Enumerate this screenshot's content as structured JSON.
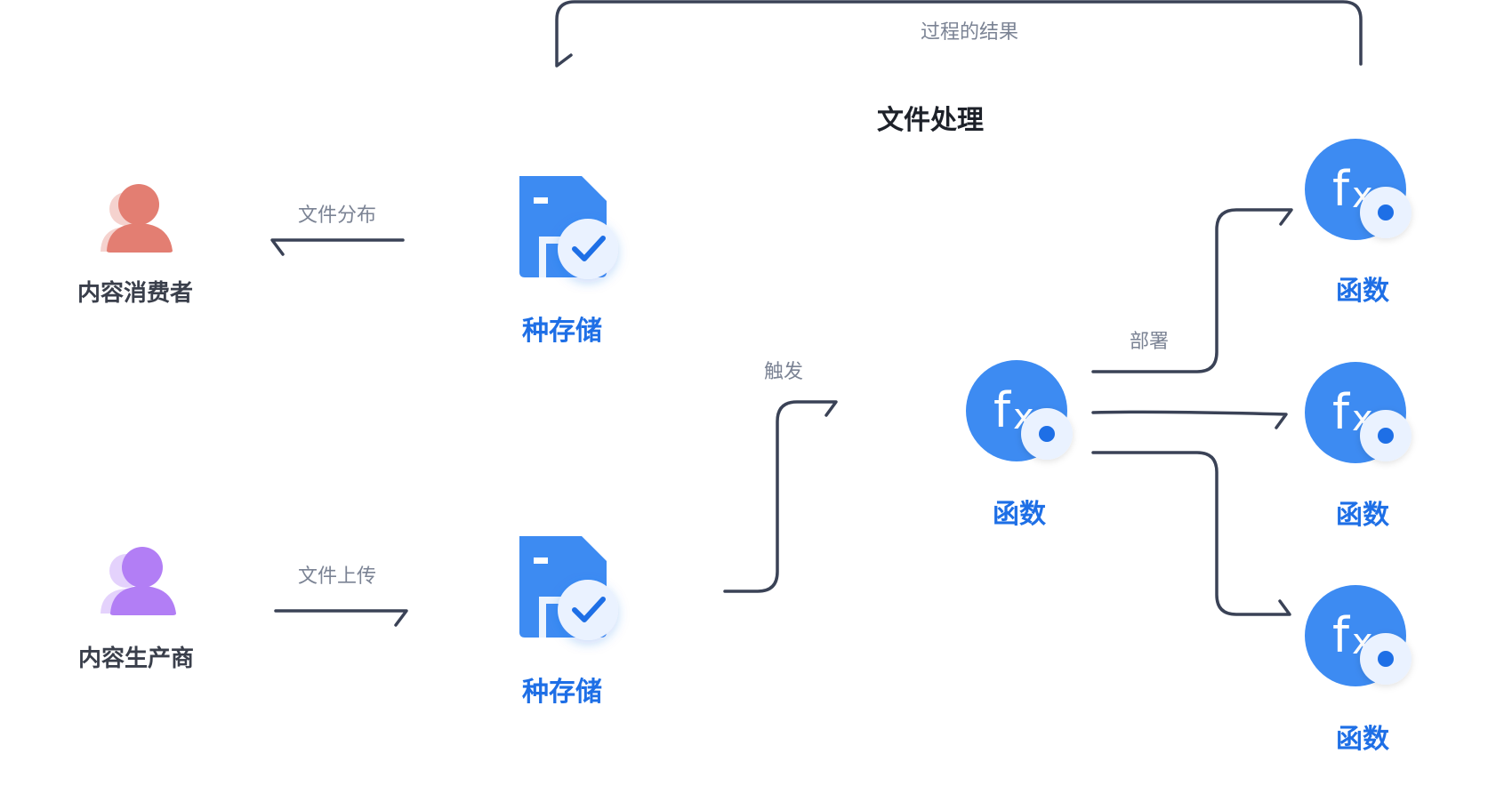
{
  "title": "文件处理",
  "loop_label": "过程的结果",
  "edges": {
    "distribute": "文件分布",
    "upload": "文件上传",
    "trigger": "触发",
    "deploy": "部署"
  },
  "actors": {
    "consumer": "内容消费者",
    "producer": "内容生产商"
  },
  "storage": {
    "top": "种存储",
    "bottom": "种存储"
  },
  "functions": {
    "center": "函数",
    "right_top": "函数",
    "right_middle": "函数",
    "right_bottom": "函数"
  },
  "colors": {
    "line": "#3a4256",
    "blue": "#3d8bf2",
    "blue_dark": "#1e6fe6",
    "consumer": "#e37e72",
    "producer": "#b27ef5"
  }
}
